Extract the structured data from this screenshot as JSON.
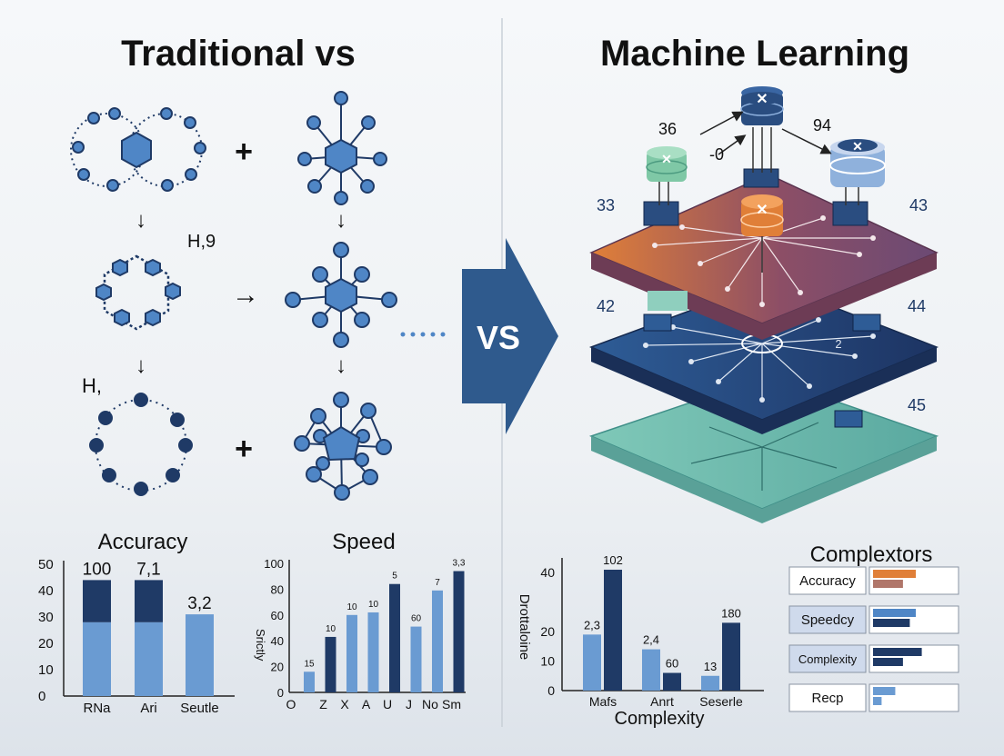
{
  "titles": {
    "left": "Traditional vs",
    "right": "Machine Learning",
    "center": "VS"
  },
  "chem_labels": {
    "h9": "H,9",
    "h": "H,"
  },
  "ops": {
    "plus": "+",
    "arrow_right": "→",
    "arrow_down": "↓"
  },
  "ml_labels": {
    "n36": "36",
    "n0": "-0",
    "n94": "94",
    "n33": "33",
    "n43": "43",
    "n42": "42",
    "n44": "44",
    "n45": "45",
    "n2": "2"
  },
  "colors": {
    "dark_navy": "#1f3a66",
    "mid_blue": "#4f86c6",
    "light_blue": "#6a9bd2",
    "orange": "#e07f38",
    "plum": "#7a4a6e",
    "teal": "#7fc8b8"
  },
  "complexity_legend": {
    "title": "Complextors",
    "items": [
      {
        "label": "Accuracy",
        "bars": [
          {
            "value": 0.5,
            "color": "#e07f38"
          },
          {
            "value": 0.35,
            "color": "#b0766a"
          }
        ]
      },
      {
        "label": "Speedcy",
        "bars": [
          {
            "value": 0.5,
            "color": "#4f86c6"
          },
          {
            "value": 0.43,
            "color": "#1f3a66"
          }
        ]
      },
      {
        "label": "Complexity",
        "bars": [
          {
            "value": 0.57,
            "color": "#1f3a66"
          },
          {
            "value": 0.35,
            "color": "#1f3a66"
          }
        ]
      },
      {
        "label": "Recp",
        "bars": [
          {
            "value": 0.26,
            "color": "#6a9bd2"
          },
          {
            "value": 0.1,
            "color": "#6a9bd2"
          }
        ]
      }
    ]
  },
  "chart_data": [
    {
      "type": "bar",
      "title": "Accuracy",
      "categories": [
        "RNa",
        "Ari",
        "Seutle"
      ],
      "ylim": [
        0,
        50
      ],
      "yticks": [
        "0",
        "10",
        "20",
        "30",
        "40",
        "50"
      ],
      "series": [
        {
          "values": [
            28,
            28,
            31
          ],
          "color": "#6a9bd2"
        },
        {
          "values": [
            16,
            16,
            0
          ],
          "color": "#1f3a66"
        }
      ],
      "data_labels": [
        "100",
        "7,1",
        "3,2"
      ],
      "legend": "none"
    },
    {
      "type": "bar",
      "title": "Speed",
      "ylabel": "Srictly",
      "categories": [
        "O",
        "Z",
        "X",
        "A",
        "U",
        "J",
        "No",
        "Sm"
      ],
      "ylim": [
        0,
        100
      ],
      "yticks": [
        "0",
        "20",
        "40",
        "60",
        "80",
        "100"
      ],
      "bars": [
        {
          "value": 16,
          "color": "#6a9bd2",
          "label": "15"
        },
        {
          "value": 43,
          "color": "#1f3a66",
          "label": "10"
        },
        {
          "value": 60,
          "color": "#6a9bd2",
          "label": "10"
        },
        {
          "value": 62,
          "color": "#6a9bd2",
          "label": "10"
        },
        {
          "value": 84,
          "color": "#1f3a66",
          "label": "5"
        },
        {
          "value": 51,
          "color": "#6a9bd2",
          "label": "60"
        },
        {
          "value": 79,
          "color": "#6a9bd2",
          "label": "7"
        },
        {
          "value": 94,
          "color": "#1f3a66",
          "label": "3,3"
        }
      ],
      "legend": "none"
    },
    {
      "type": "bar",
      "xlabel": "Complexity",
      "ylabel": "Drottaloine",
      "categories": [
        "Mafs",
        "Anrt",
        "Seserle"
      ],
      "ylim": [
        0,
        45
      ],
      "yticks": [
        "0",
        "10",
        "20",
        "40"
      ],
      "series": [
        {
          "values": [
            19,
            14,
            5
          ],
          "color": "#6a9bd2",
          "labels": [
            "2,3",
            "2,4",
            "13"
          ]
        },
        {
          "values": [
            41,
            6,
            23
          ],
          "color": "#1f3a66",
          "labels": [
            "102",
            "60",
            "180"
          ]
        }
      ],
      "legend": "none"
    }
  ]
}
